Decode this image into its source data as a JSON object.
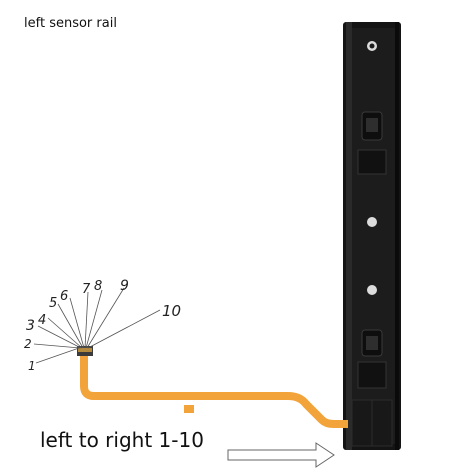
{
  "captions": {
    "title": "left sensor rail",
    "direction": "left to right 1-10"
  },
  "pin_labels": [
    "1",
    "2",
    "3",
    "4",
    "5",
    "6",
    "7",
    "8",
    "9",
    "10"
  ],
  "colors": {
    "rail": "#141414",
    "rail_highlight": "#2a2a2a",
    "flex_cable": "#f2a43a",
    "annotation_ink": "#222222"
  }
}
